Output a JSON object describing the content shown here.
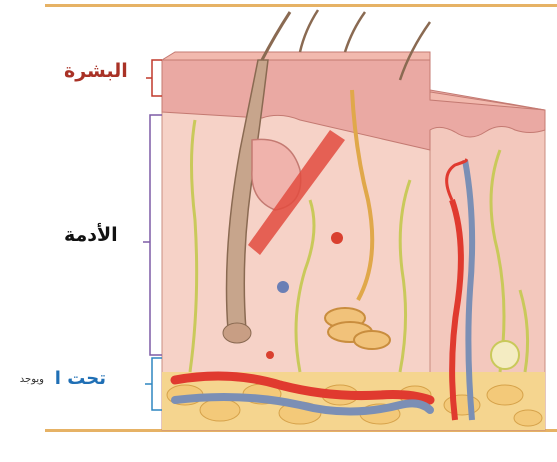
{
  "labels": {
    "epidermis": "البشرة",
    "dermis": "الأدمة",
    "subcutaneous": "تحت الأدمة",
    "cut_text": "ويوجد"
  },
  "colors": {
    "rule": "#e6b265",
    "bracket_epidermis": "#c0392b",
    "label_epidermis": "#a93226",
    "bracket_dermis": "#7d5ba6",
    "label_dermis": "#111111",
    "bracket_subcutaneous": "#2e86c1",
    "label_subcutaneous": "#1f6fb5",
    "skin_base": "#f3c2b6",
    "epidermis": "#eaa9a3",
    "fat": "#f3c979",
    "artery": "#e03a2f",
    "vein": "#7b8fb5",
    "nerve": "#c9c95a",
    "hair": "#8a6a52"
  }
}
